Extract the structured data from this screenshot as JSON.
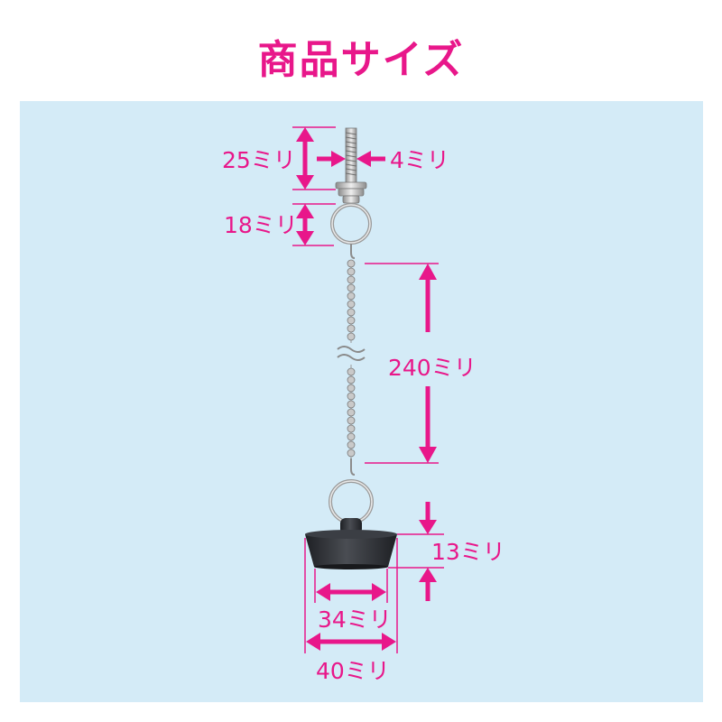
{
  "title": "商品サイズ",
  "colors": {
    "accent": "#e8178a",
    "panel": "#d4ebf7",
    "metal": "#b8b8b8",
    "rubber": "#2d2f33"
  },
  "dimensions": {
    "bolt_length": "25ミリ",
    "bolt_diameter": "4ミリ",
    "ring_diameter": "18ミリ",
    "chain_length": "240ミリ",
    "plug_height": "13ミリ",
    "plug_bottom_width": "34ミリ",
    "plug_top_width": "40ミリ"
  }
}
